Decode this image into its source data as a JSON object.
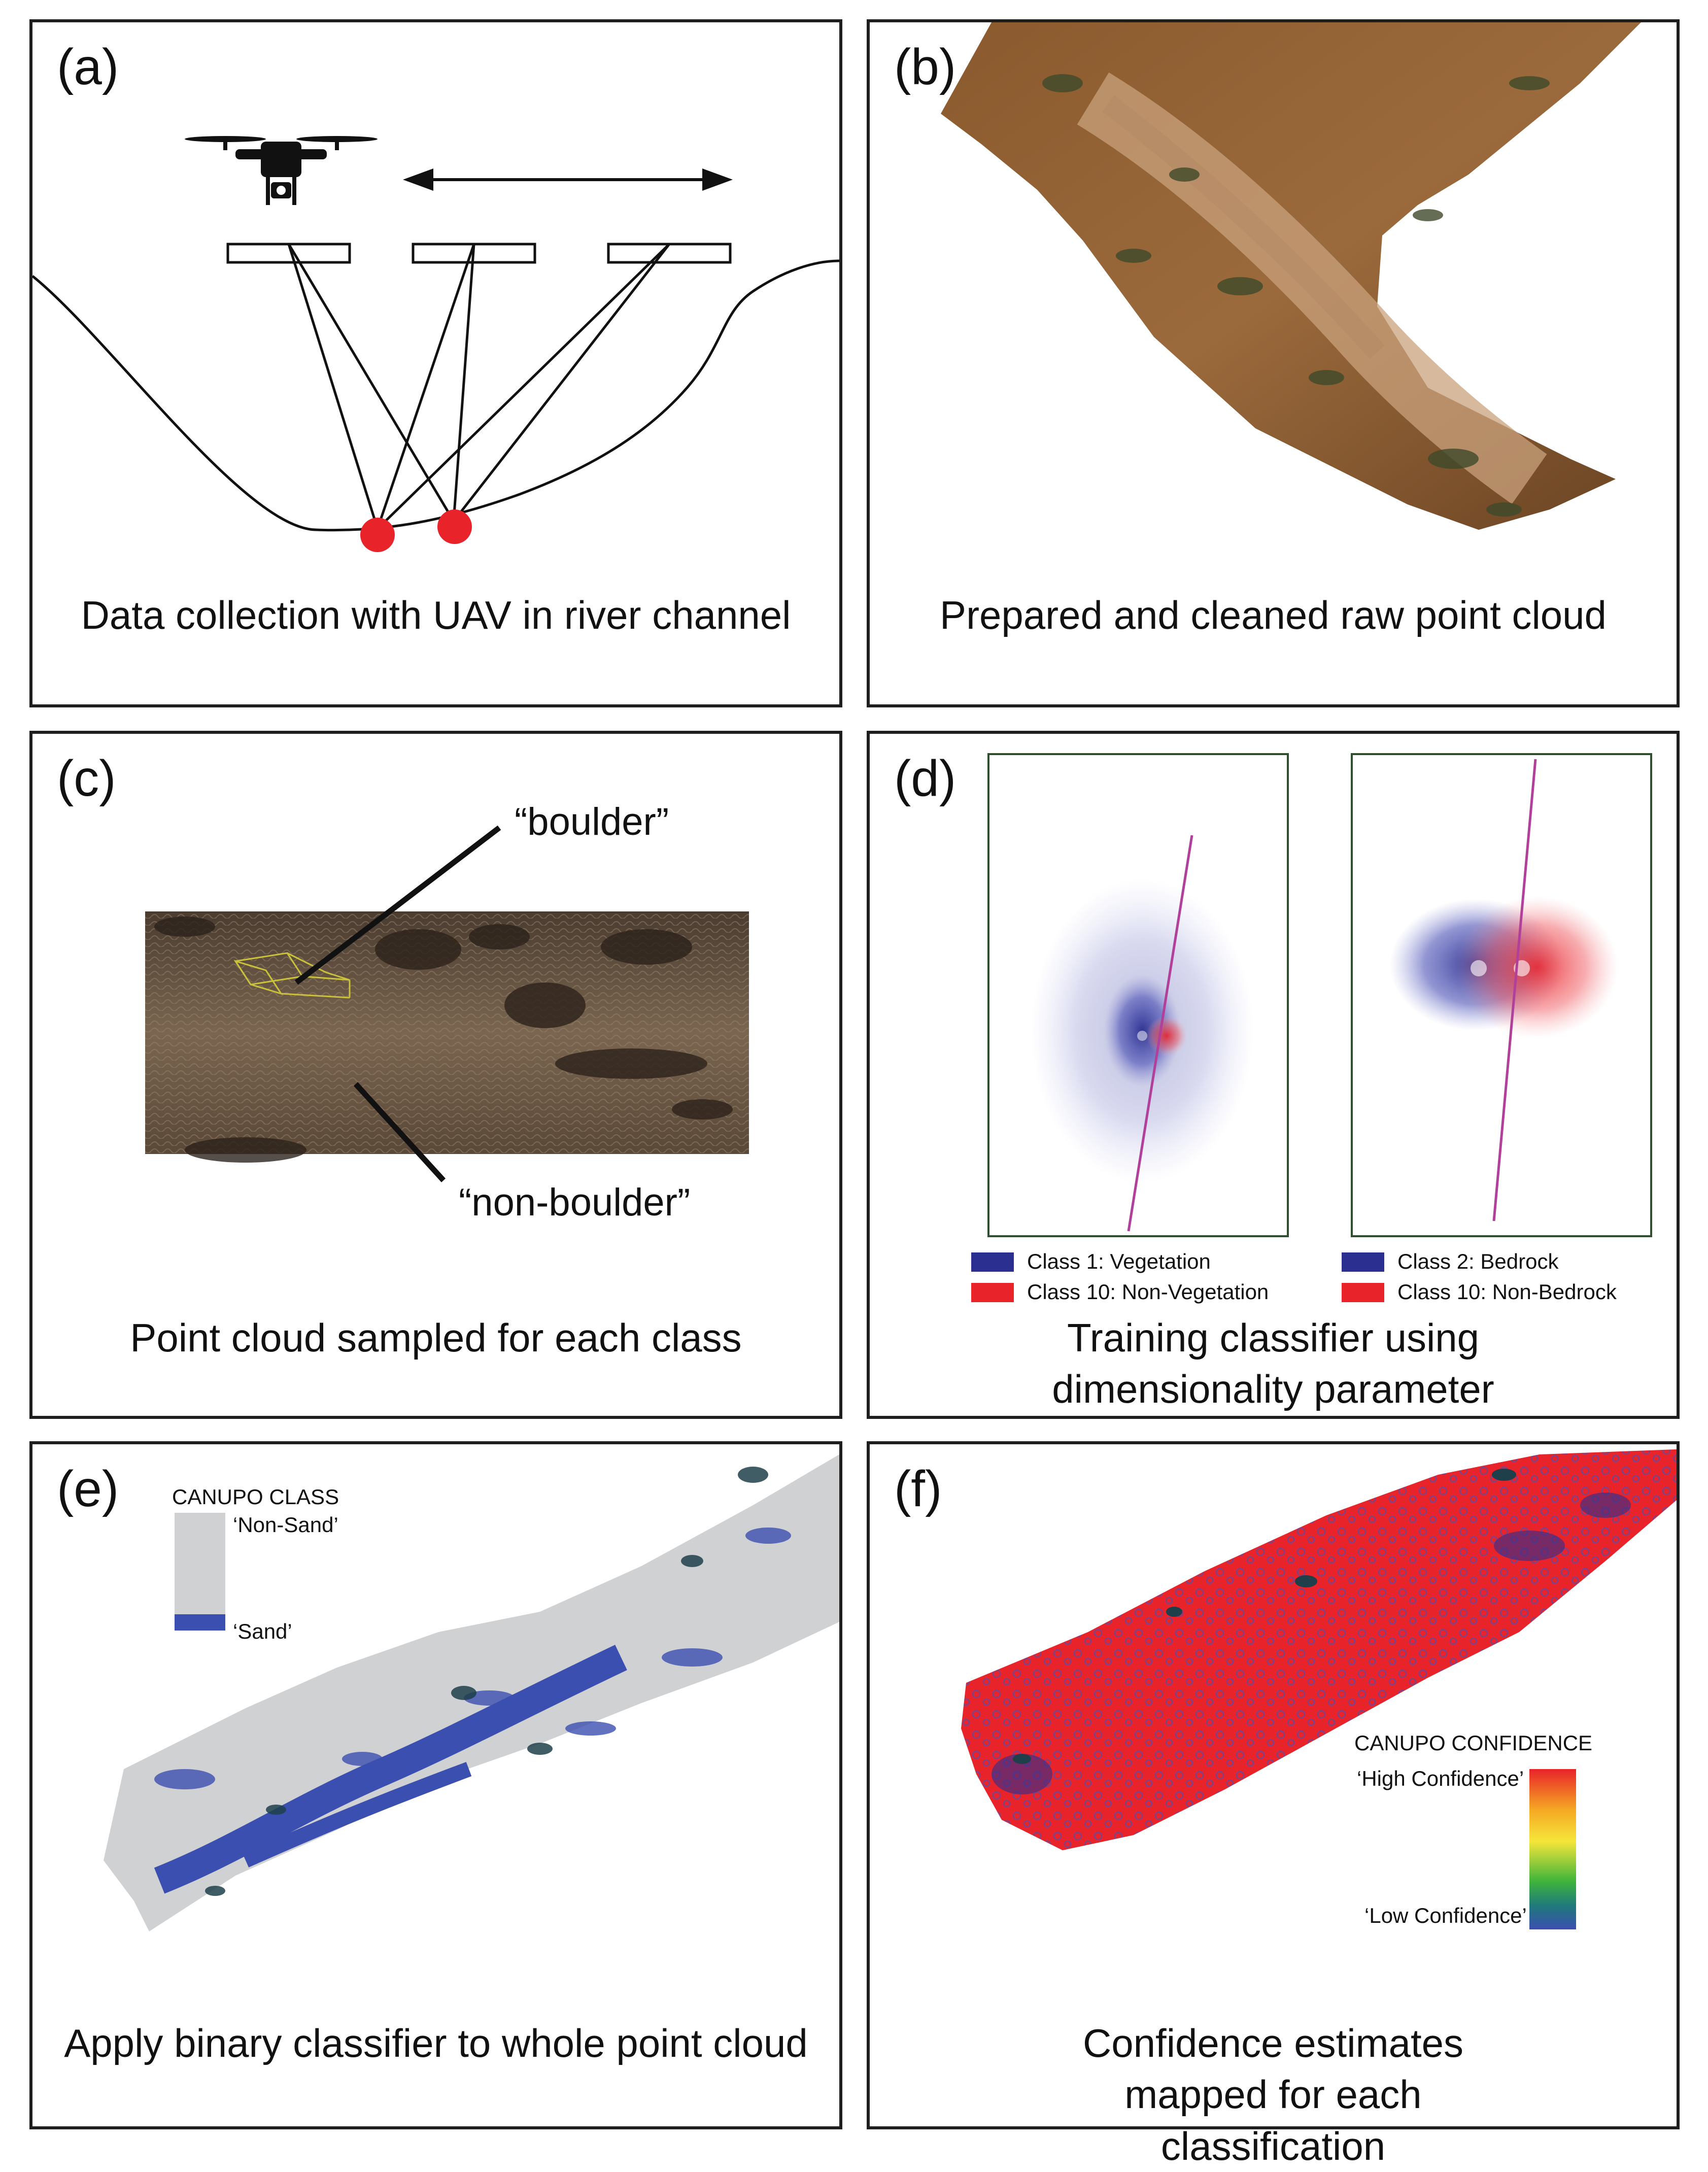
{
  "panels": [
    {
      "letter": "(a)",
      "caption": "Data collection with UAV in river channel"
    },
    {
      "letter": "(b)",
      "caption": "Prepared and cleaned raw point cloud"
    },
    {
      "letter": "(c)",
      "caption": "Point cloud sampled for each class"
    },
    {
      "letter": "(d)",
      "caption": "Training classifier using dimensionality parameter"
    },
    {
      "letter": "(e)",
      "caption": "Apply binary classifier to whole point cloud"
    },
    {
      "letter": "(f)",
      "caption": "Confidence estimates mapped for each classification"
    }
  ],
  "panel_c": {
    "label_boulder": "“boulder”",
    "label_non_boulder": "“non-boulder”"
  },
  "panel_d": {
    "legend_left": [
      {
        "text": "Class 1: Vegetation",
        "color": "#2b2f8f"
      },
      {
        "text": "Class 10: Non-Vegetation",
        "color": "#e8232a"
      }
    ],
    "legend_right": [
      {
        "text": "Class 2: Bedrock",
        "color": "#2b2f8f"
      },
      {
        "text": "Class 10: Non-Bedrock",
        "color": "#e8232a"
      }
    ]
  },
  "panel_e": {
    "legend_title": "CANUPO CLASS",
    "top_label": "‘Non-Sand’",
    "bottom_label": "‘Sand’",
    "color_non_sand": "#cfd1d3",
    "color_sand": "#3b4fb0"
  },
  "panel_f": {
    "legend_title": "CANUPO CONFIDENCE",
    "high_label": "‘High Confidence’",
    "low_label": "‘Low Confidence’"
  },
  "colors": {
    "marker_red": "#e8232a",
    "frame_green": "#2f4f2f",
    "line_magenta": "#b0409a"
  }
}
